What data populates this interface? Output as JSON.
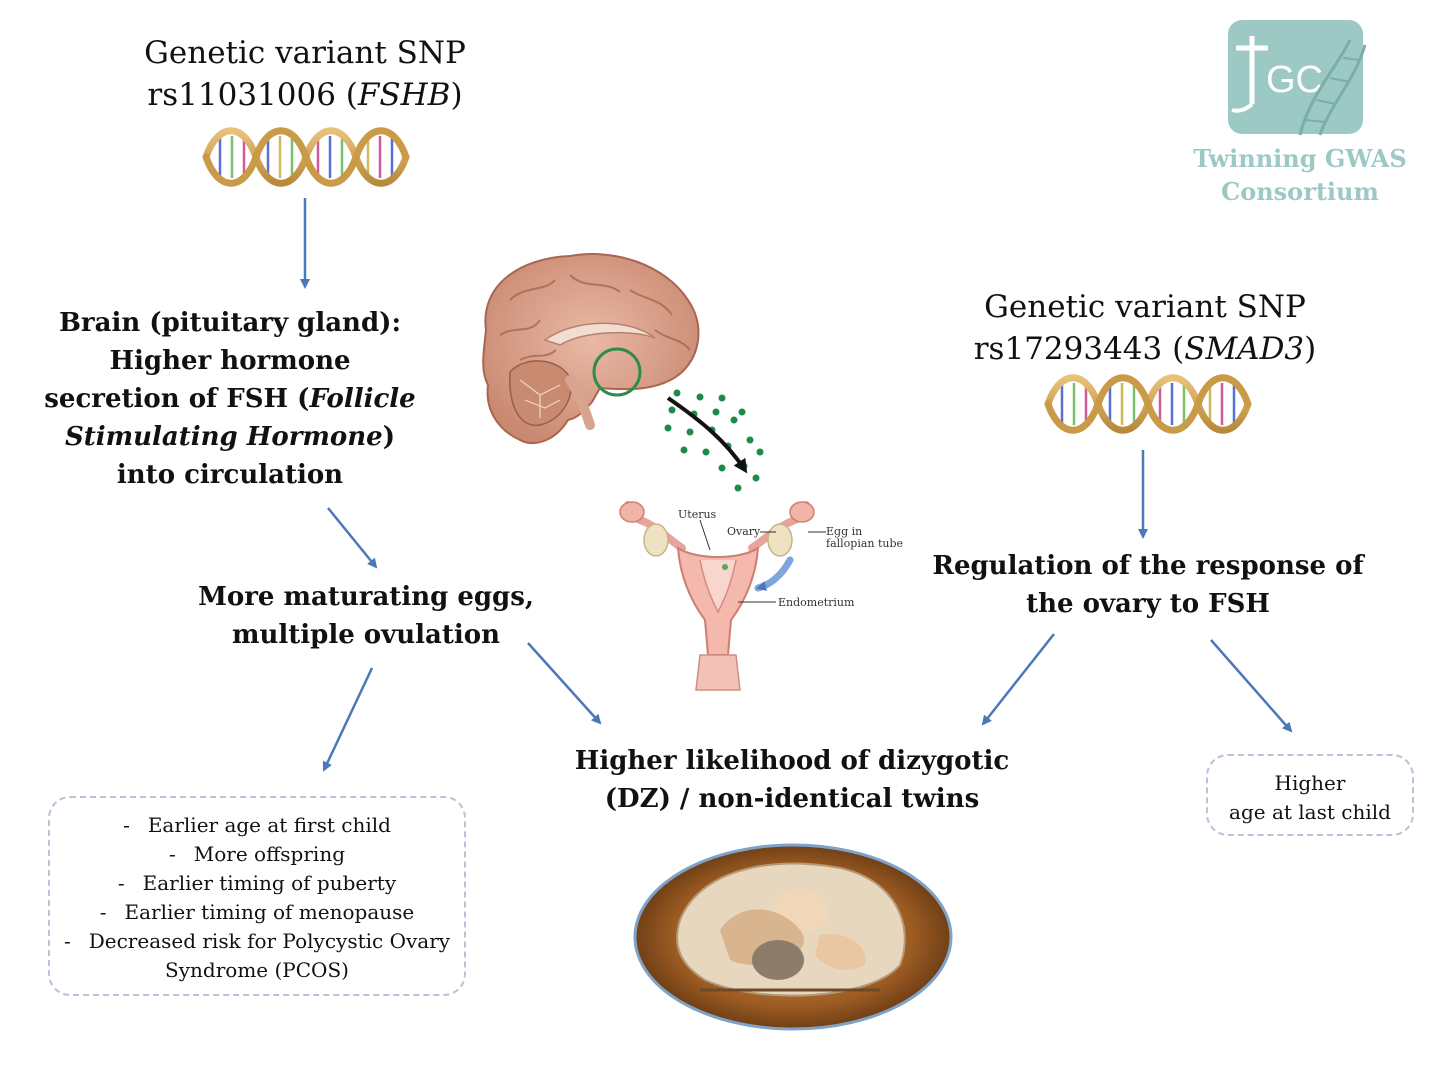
{
  "logo": {
    "mark_text": "GC",
    "name_line1": "Twinning GWAS",
    "name_line2": "Consortium"
  },
  "snp1": {
    "line1": "Genetic variant SNP",
    "line2_prefix": "rs11031006 (",
    "gene": "FSHB",
    "line2_suffix": ")"
  },
  "snp2": {
    "line1": "Genetic variant SNP",
    "line2_prefix": "rs17293443 (",
    "gene": "SMAD3",
    "line2_suffix": ")"
  },
  "brain_block": {
    "line1": "Brain (pituitary gland):",
    "line2": "Higher hormone",
    "line3_prefix": "secretion of FSH (",
    "line3_italic": "Follicle",
    "line4_italic": "Stimulating Hormone",
    "line4_suffix": ")",
    "line5": "into circulation"
  },
  "eggs_block": {
    "line1": "More maturating eggs,",
    "line2": "multiple ovulation"
  },
  "regulation_block": {
    "line1": "Regulation of the response of",
    "line2": "the ovary to FSH"
  },
  "twins_block": {
    "line1": "Higher likelihood of dizygotic",
    "line2": "(DZ) / non-identical twins"
  },
  "effects_box": {
    "dash": "-",
    "items": [
      "Earlier age at first child",
      "More offspring",
      "Earlier timing of puberty",
      "Earlier timing of menopause",
      "Decreased risk for Polycystic Ovary"
    ],
    "continuation": "Syndrome (PCOS)"
  },
  "right_box": {
    "line1": "Higher",
    "line2": "age at last child"
  },
  "uterus_labels": {
    "uterus": "Uterus",
    "ovary": "Ovary",
    "egg_line1": "Egg in",
    "egg_line2": "fallopian tube",
    "endometrium": "Endometrium"
  },
  "colors": {
    "arrow": "#4a78b8",
    "logo": "#9cc9c4",
    "box_border": "#b9c2d6",
    "hormone_dots": "#1e8a4a"
  }
}
